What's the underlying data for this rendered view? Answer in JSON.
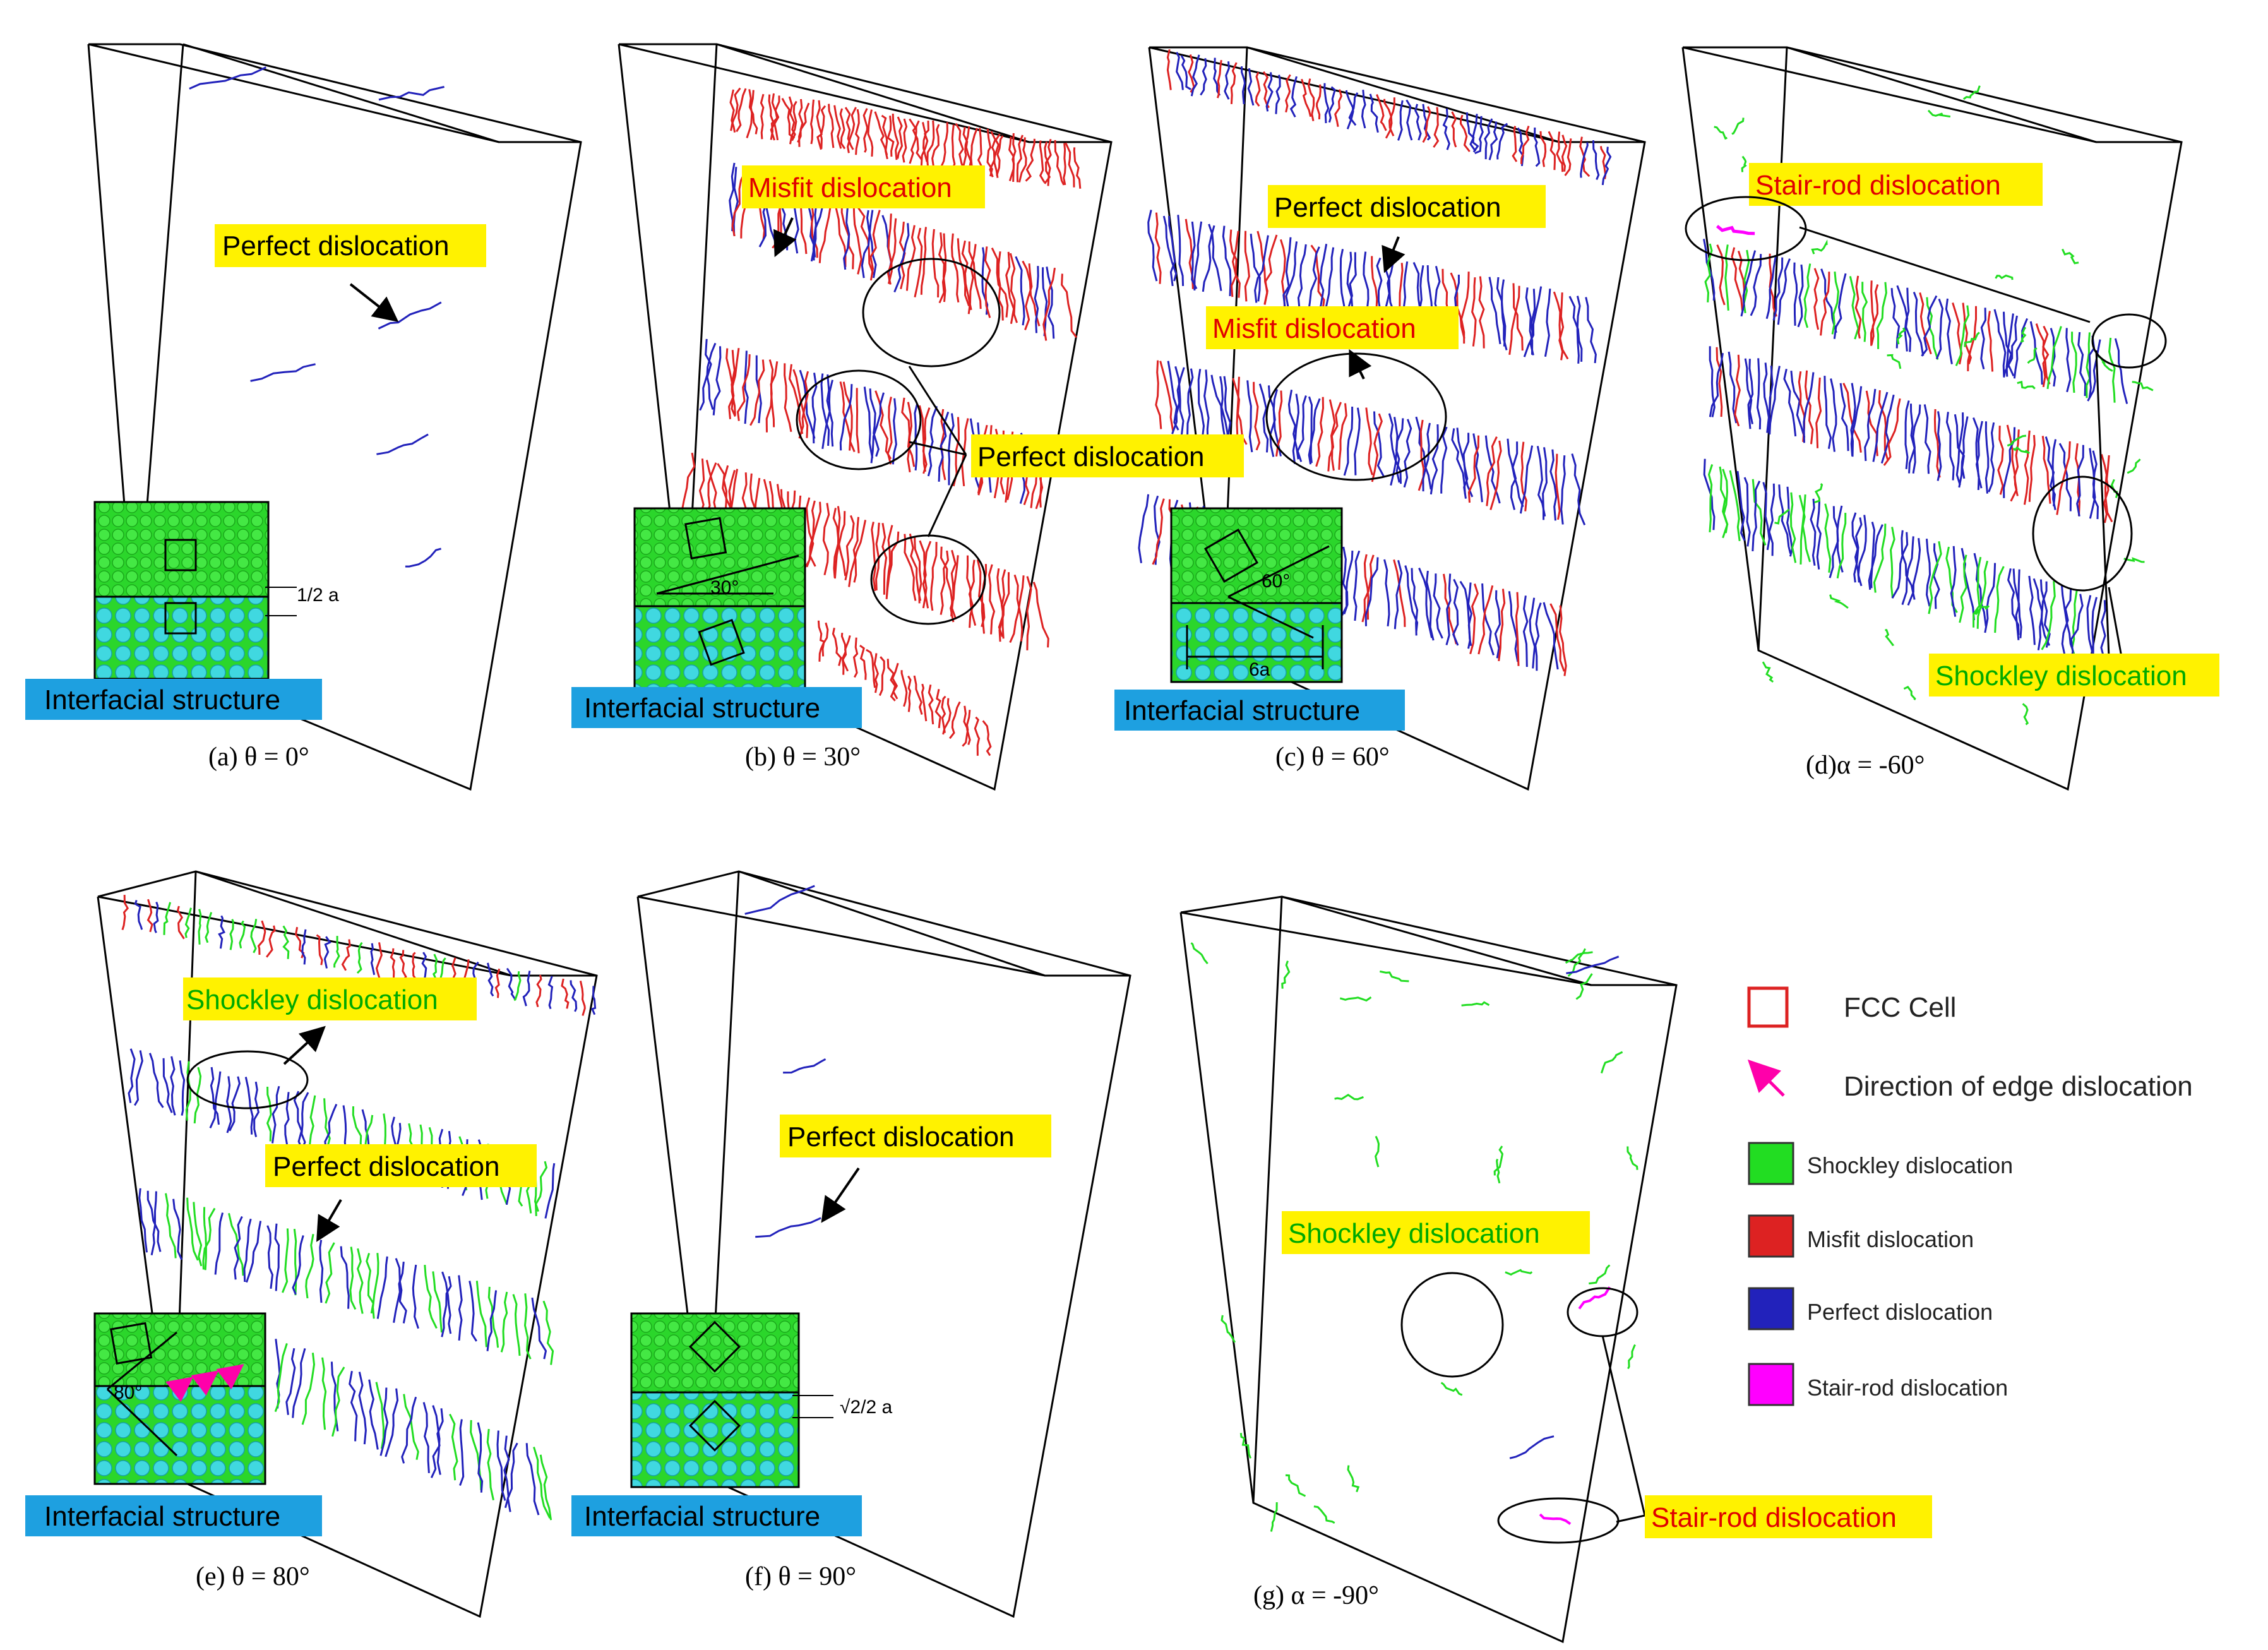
{
  "colors": {
    "shockley": "#22dd22",
    "misfit": "#dd2222",
    "perfect": "#2222bb",
    "stairrod": "#ff00ff",
    "highlight_yellow": "#fff200",
    "highlight_blue": "#1ea0e0",
    "fcc_cell": "#dd2222"
  },
  "panels": [
    {
      "caption": "(a) θ = 0°",
      "labels": [
        "Perfect dislocation"
      ],
      "inset_label": "Interfacial structure",
      "inset_value": "1/2 a"
    },
    {
      "caption": "(b) θ = 30°",
      "labels": [
        "Misfit dislocation",
        "Perfect dislocation"
      ],
      "inset_label": "Interfacial structure",
      "inset_value": "30°"
    },
    {
      "caption": "(c) θ = 60°",
      "labels": [
        "Perfect dislocation",
        "Misfit dislocation"
      ],
      "inset_label": "Interfacial structure",
      "inset_value": "60°",
      "inset_value2": "6a"
    },
    {
      "caption": "(d)α = -60°",
      "labels": [
        "Stair-rod dislocation",
        "Shockley dislocation"
      ]
    },
    {
      "caption": "(e) θ = 80°",
      "labels": [
        "Shockley dislocation",
        "Perfect dislocation"
      ],
      "inset_label": "Interfacial structure",
      "inset_value": "80°"
    },
    {
      "caption": "(f) θ = 90°",
      "labels": [
        "Perfect dislocation"
      ],
      "inset_label": "Interfacial structure",
      "inset_value": "√2/2 a"
    },
    {
      "caption": "(g) α = -90°",
      "labels": [
        "Shockley dislocation",
        "Stair-rod dislocation"
      ]
    }
  ],
  "legend": {
    "fcc_cell": "FCC Cell",
    "edge_direction": "Direction of edge dislocation",
    "shockley": "Shockley dislocation",
    "misfit": "Misfit dislocation",
    "perfect": "Perfect dislocation",
    "stairrod": "Stair-rod dislocation"
  }
}
